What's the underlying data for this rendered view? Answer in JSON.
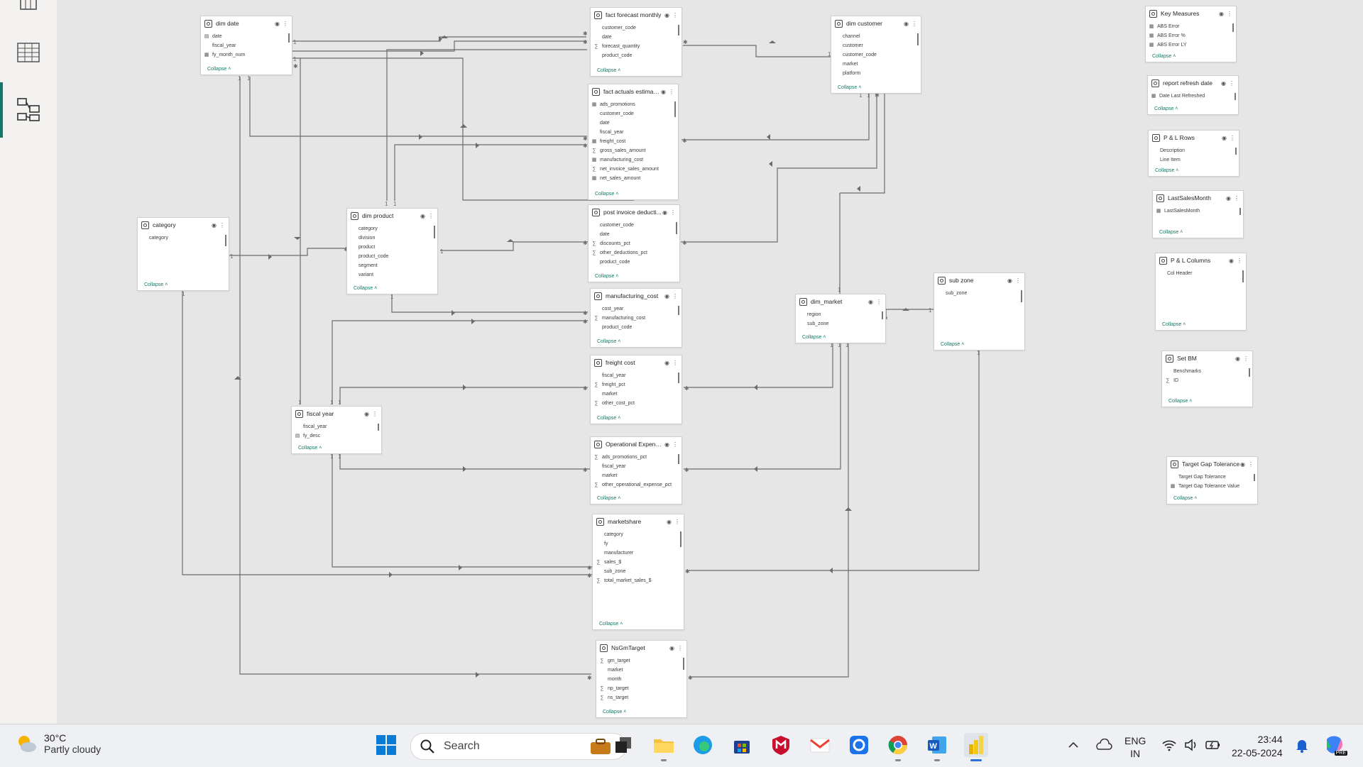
{
  "tables": [
    {
      "id": "dim_date",
      "title": "dim date",
      "fields": [
        {
          "n": "date",
          "i": "cal"
        },
        {
          "n": "fiscal_year",
          "i": ""
        },
        {
          "n": "fy_month_num",
          "i": "tbl"
        }
      ],
      "collapse": "Collapse"
    },
    {
      "id": "fact_forecast",
      "title": "fact forecast monthly",
      "fields": [
        {
          "n": "customer_code",
          "i": ""
        },
        {
          "n": "date",
          "i": ""
        },
        {
          "n": "forecast_quantity",
          "i": "sum"
        },
        {
          "n": "product_code",
          "i": ""
        }
      ],
      "collapse": "Collapse"
    },
    {
      "id": "dim_customer",
      "title": "dim customer",
      "fields": [
        {
          "n": "channel",
          "i": ""
        },
        {
          "n": "customer",
          "i": ""
        },
        {
          "n": "customer_code",
          "i": ""
        },
        {
          "n": "market",
          "i": ""
        },
        {
          "n": "platform",
          "i": ""
        }
      ],
      "collapse": "Collapse"
    },
    {
      "id": "fact_actuals",
      "title": "fact actuals estimates",
      "fields": [
        {
          "n": "ads_promotions",
          "i": "tbl"
        },
        {
          "n": "customer_code",
          "i": ""
        },
        {
          "n": "date",
          "i": ""
        },
        {
          "n": "fiscal_year",
          "i": ""
        },
        {
          "n": "freight_cost",
          "i": "tbl"
        },
        {
          "n": "gross_sales_amount",
          "i": "sum"
        },
        {
          "n": "manufacturing_cost",
          "i": "tbl"
        },
        {
          "n": "net_invoice_sales_amount",
          "i": "sum"
        },
        {
          "n": "net_sales_amount",
          "i": "tbl"
        }
      ],
      "collapse": "Collapse"
    },
    {
      "id": "category",
      "title": "category",
      "fields": [
        {
          "n": "category",
          "i": ""
        }
      ],
      "collapse": "Collapse"
    },
    {
      "id": "dim_product",
      "title": "dim product",
      "fields": [
        {
          "n": "category",
          "i": ""
        },
        {
          "n": "division",
          "i": ""
        },
        {
          "n": "product",
          "i": ""
        },
        {
          "n": "product_code",
          "i": ""
        },
        {
          "n": "segment",
          "i": ""
        },
        {
          "n": "variant",
          "i": ""
        }
      ],
      "collapse": "Collapse"
    },
    {
      "id": "post_invoice",
      "title": "post invoice deducti...",
      "fields": [
        {
          "n": "customer_code",
          "i": ""
        },
        {
          "n": "date",
          "i": ""
        },
        {
          "n": "discounts_pct",
          "i": "sum"
        },
        {
          "n": "other_deductions_pct",
          "i": "sum"
        },
        {
          "n": "product_code",
          "i": ""
        }
      ],
      "collapse": "Collapse"
    },
    {
      "id": "manufacturing_cost",
      "title": "manufacturing_cost",
      "fields": [
        {
          "n": "cost_year",
          "i": ""
        },
        {
          "n": "manufacturing_cost",
          "i": "sum"
        },
        {
          "n": "product_code",
          "i": ""
        }
      ],
      "collapse": "Collapse"
    },
    {
      "id": "freight_cost",
      "title": "freight cost",
      "fields": [
        {
          "n": "fiscal_year",
          "i": ""
        },
        {
          "n": "freight_pct",
          "i": "sum"
        },
        {
          "n": "market",
          "i": ""
        },
        {
          "n": "other_cost_pct",
          "i": "sum"
        }
      ],
      "collapse": "Collapse"
    },
    {
      "id": "fiscal_year",
      "title": "fiscal year",
      "fields": [
        {
          "n": "fiscal_year",
          "i": ""
        },
        {
          "n": "fy_desc",
          "i": "cal"
        }
      ],
      "collapse": "Collapse"
    },
    {
      "id": "operational_expenses",
      "title": "Operational Expenses",
      "fields": [
        {
          "n": "ads_promotions_pct",
          "i": "sum"
        },
        {
          "n": "fiscal_year",
          "i": ""
        },
        {
          "n": "market",
          "i": ""
        },
        {
          "n": "other_operational_expense_pct",
          "i": "sum"
        }
      ],
      "collapse": "Collapse"
    },
    {
      "id": "marketshare",
      "title": "marketshare",
      "fields": [
        {
          "n": "category",
          "i": ""
        },
        {
          "n": "fy",
          "i": ""
        },
        {
          "n": "manufacturer",
          "i": ""
        },
        {
          "n": "sales_$",
          "i": "sum"
        },
        {
          "n": "sub_zone",
          "i": ""
        },
        {
          "n": "total_market_sales_$",
          "i": "sum"
        }
      ],
      "collapse": "Collapse"
    },
    {
      "id": "nsgm",
      "title": "NsGmTarget",
      "fields": [
        {
          "n": "gm_target",
          "i": "sum"
        },
        {
          "n": "market",
          "i": ""
        },
        {
          "n": "month",
          "i": ""
        },
        {
          "n": "np_target",
          "i": "sum"
        },
        {
          "n": "ns_target",
          "i": "sum"
        }
      ],
      "collapse": "Collapse"
    },
    {
      "id": "dim_market",
      "title": "dim_market",
      "fields": [
        {
          "n": "region",
          "i": ""
        },
        {
          "n": "sub_zone",
          "i": ""
        }
      ],
      "collapse": "Collapse"
    },
    {
      "id": "sub_zone",
      "title": "sub zone",
      "fields": [
        {
          "n": "sub_zone",
          "i": ""
        }
      ],
      "collapse": "Collapse"
    },
    {
      "id": "key_measures",
      "title": "Key Measures",
      "fields": [
        {
          "n": "ABS Error",
          "i": "tbl"
        },
        {
          "n": "ABS Error %",
          "i": "tbl"
        },
        {
          "n": "ABS Error LY",
          "i": "tbl"
        }
      ],
      "collapse": "Collapse"
    },
    {
      "id": "report_refresh",
      "title": "report refresh date",
      "fields": [
        {
          "n": "Date Last Refreshed",
          "i": "tbl"
        }
      ],
      "collapse": "Collapse"
    },
    {
      "id": "pl_rows",
      "title": "P & L Rows",
      "fields": [
        {
          "n": "Description",
          "i": ""
        },
        {
          "n": "Line Item",
          "i": ""
        }
      ],
      "collapse": "Collapse"
    },
    {
      "id": "last_sales",
      "title": "LastSalesMonth",
      "fields": [
        {
          "n": "LastSalesMonth",
          "i": "tbl"
        }
      ],
      "collapse": "Collapse"
    },
    {
      "id": "pl_columns",
      "title": "P & L Columns",
      "fields": [
        {
          "n": "Col Header",
          "i": ""
        }
      ],
      "collapse": "Collapse"
    },
    {
      "id": "set_bm",
      "title": "Set BM",
      "fields": [
        {
          "n": "Benchmarks",
          "i": ""
        },
        {
          "n": "ID",
          "i": "sum"
        }
      ],
      "collapse": "Collapse"
    },
    {
      "id": "target_gap",
      "title": "Target Gap Tolerance",
      "fields": [
        {
          "n": "Target Gap Tolerance",
          "i": ""
        },
        {
          "n": "Target Gap Tolerance Value",
          "i": "tbl"
        }
      ],
      "collapse": "Collapse"
    }
  ],
  "taskbar": {
    "weather_temp": "30°C",
    "weather_desc": "Partly cloudy",
    "search_placeholder": "Search",
    "lang_top": "ENG",
    "lang_bottom": "IN",
    "time": "23:44",
    "date": "22-05-2024",
    "copilot_badge": "PRE"
  },
  "colors": {
    "accent": "#117865",
    "canvas": "#e6e6e6",
    "line": "#6b6b6b"
  }
}
